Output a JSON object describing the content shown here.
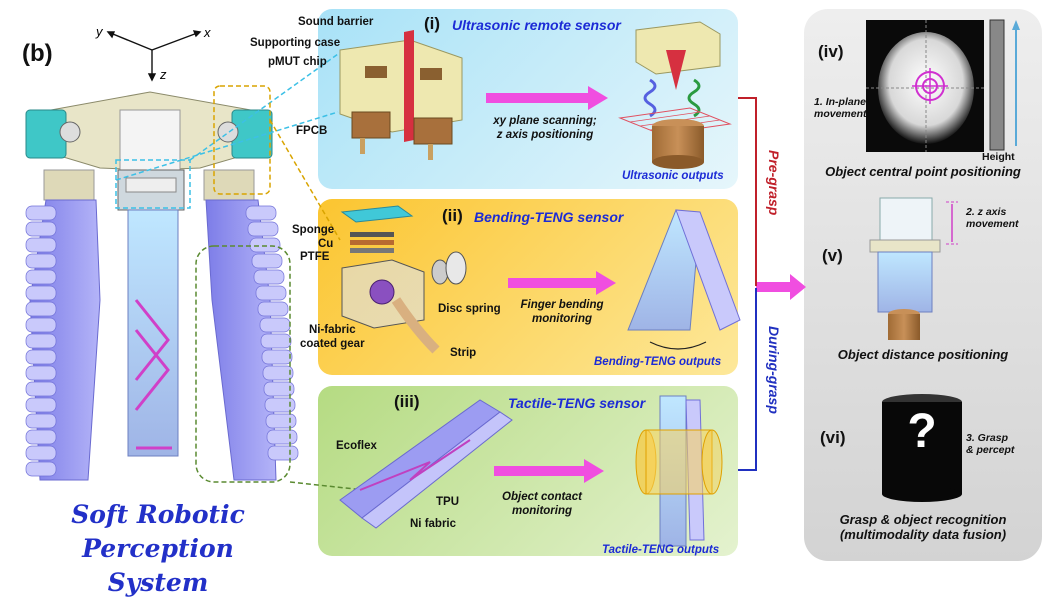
{
  "figure": {
    "panel_label": "(b)",
    "axes": {
      "x": "x",
      "y": "y",
      "z": "z"
    },
    "system_title": [
      "Soft Robotic",
      "Perception System"
    ]
  },
  "ultrasonic": {
    "roman": "(i)",
    "title": "Ultrasonic remote sensor",
    "parts": {
      "sound_barrier": "Sound barrier",
      "supporting_case": "Supporting case",
      "pmut_chip": "pMUT chip",
      "fpcb": "FPCB"
    },
    "action": [
      "xy plane scanning;",
      "z axis positioning"
    ],
    "output": "Ultrasonic outputs"
  },
  "bending": {
    "roman": "(ii)",
    "title": "Bending-TENG sensor",
    "parts": {
      "sponge": "Sponge",
      "cu": "Cu",
      "ptfe": "PTFE",
      "disc_spring": "Disc spring",
      "ni_fabric_gear": [
        "Ni-fabric",
        "coated gear"
      ],
      "strip": "Strip"
    },
    "action": [
      "Finger bending",
      "monitoring"
    ],
    "output": "Bending-TENG outputs"
  },
  "tactile": {
    "roman": "(iii)",
    "title": "Tactile-TENG sensor",
    "parts": {
      "ecoflex": "Ecoflex",
      "tpu": "TPU",
      "ni_fabric": "Ni fabric"
    },
    "action": [
      "Object contact",
      "monitoring"
    ],
    "output": "Tactile-TENG outputs"
  },
  "phases": {
    "pre_grasp": "Pre-grasp",
    "during_grasp": "During-grasp"
  },
  "right": {
    "iv": {
      "roman": "(iv)",
      "note": [
        "1. In-plane",
        "movement"
      ],
      "height": "Height",
      "caption": "Object central point positioning"
    },
    "v": {
      "roman": "(v)",
      "note": [
        "2. z axis",
        "movement"
      ],
      "caption": "Object distance positioning"
    },
    "vi": {
      "roman": "(vi)",
      "note": [
        "3. Grasp",
        "& percept"
      ],
      "symbol": "?",
      "caption": [
        "Grasp & object recognition",
        "(multimodality data fusion)"
      ]
    }
  },
  "colors": {
    "ultrasonic_panel": "#bfeaf8",
    "bending_panel": "#fcd65a",
    "tactile_panel": "#c7e4a0",
    "right_panel": "#d9d9d9",
    "title_blue": "#1c2bd6",
    "arrow_magenta": "#f04ee0",
    "finger_purple": "#8e8ef0"
  }
}
